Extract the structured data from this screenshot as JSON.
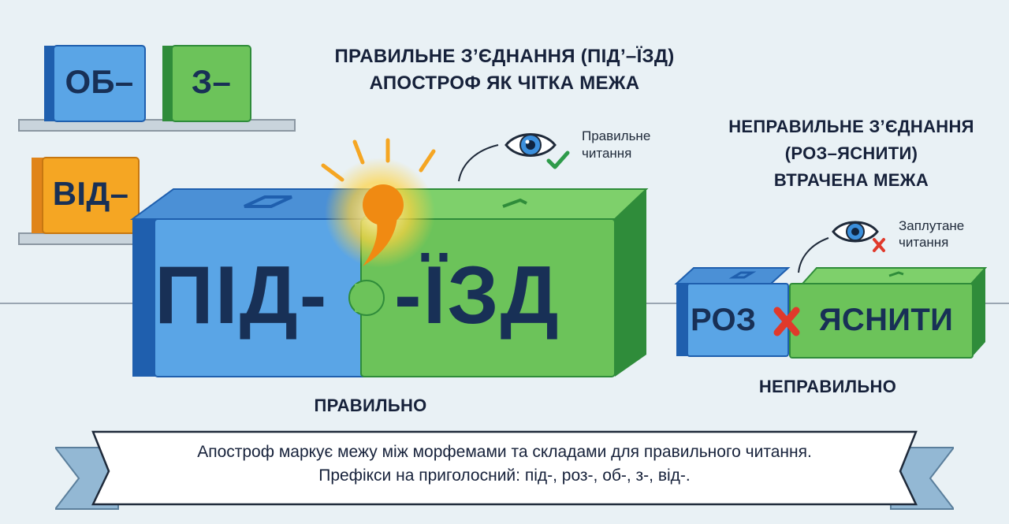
{
  "correct": {
    "title_line1": "ПРАВИЛЬНЕ З’ЄДНАННЯ (ПІД’–ЇЗД)",
    "title_line2": "АПОСТРОФ ЯК ЧІТКА МЕЖА",
    "left_block": "ПІД-",
    "right_block": "-ЇЗД",
    "eye_label_line1": "Правильне",
    "eye_label_line2": "читання",
    "caption": "ПРАВИЛЬНО"
  },
  "incorrect": {
    "title_line1": "НЕПРАВИЛЬНЕ З’ЄДНАННЯ",
    "title_line2": "(РОЗ–ЯСНИТИ)",
    "title_line3": "ВТРАЧЕНА МЕЖА",
    "left_block": "РОЗ",
    "right_block": "ЯСНИТИ",
    "eye_label_line1": "Заплутане",
    "eye_label_line2": "читання",
    "caption": "НЕПРАВИЛЬНО"
  },
  "shelf_blocks": [
    {
      "label": "ОБ–",
      "color": "blue"
    },
    {
      "label": "З–",
      "color": "green"
    },
    {
      "label": "ВІД–",
      "color": "orange"
    }
  ],
  "banner": {
    "line1": "Апостроф маркує межу між морфемами та складами для правильного читання.",
    "line2": "Префікси на приголосний: під-, роз-, об-, з-, від-."
  },
  "colors": {
    "blue": "#5aa5e6",
    "blue_dark": "#1f5fae",
    "green": "#6cc35a",
    "green_dark": "#2f8c3a",
    "orange": "#f5a623",
    "navy_text": "#183056",
    "cross_red": "#e0392b",
    "check_green": "#2e9b4a"
  },
  "icons": [
    "eye-check-icon",
    "eye-cross-icon",
    "apostrophe-glow-icon",
    "red-cross-icon"
  ]
}
